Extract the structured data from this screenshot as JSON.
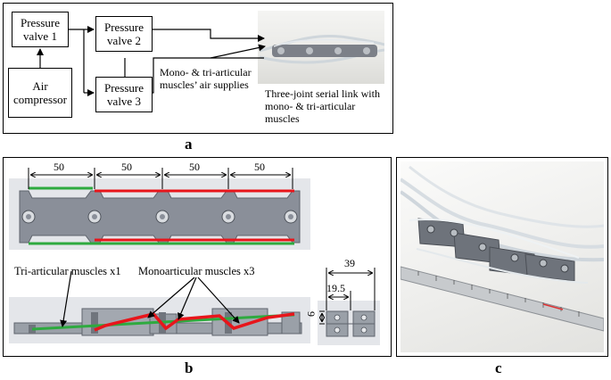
{
  "panel_a": {
    "label": "a",
    "boxes": {
      "pressure_valve_1": "Pressure valve 1",
      "pressure_valve_2": "Pressure valve 2",
      "pressure_valve_3": "Pressure valve 3",
      "air_compressor": "Air compressor"
    },
    "supply_text": "Mono- & tri-articular muscles’ air supplies",
    "photo_caption": "Three-joint serial link with mono- & tri-articular muscles"
  },
  "panel_b": {
    "label": "b",
    "dims_top": [
      "50",
      "50",
      "50",
      "50"
    ],
    "label_tri": "Tri-articular muscles x1",
    "label_mono": "Monoarticular muscles x3",
    "dim_39": "39",
    "dim_19_5": "19.5",
    "dim_9": "9",
    "colors": {
      "tri": "#2eaa3f",
      "mono": "#e8151b",
      "link": "#8a8f99"
    }
  },
  "panel_c": {
    "label": "c"
  }
}
